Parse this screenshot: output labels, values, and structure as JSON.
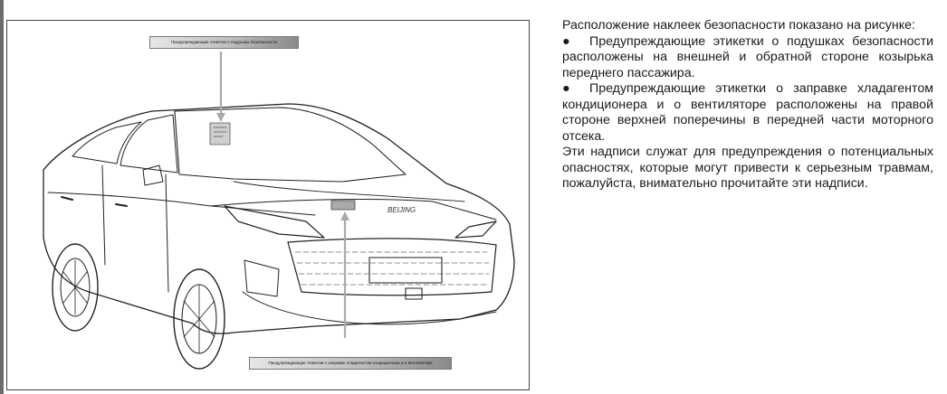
{
  "figure": {
    "callout_top": "Предупреждающие этикетки о подушках безопасности",
    "callout_bottom": "Предупреждающие этикетки о заправке хладагентом кондиционера и о вентиляторе",
    "car_badge": "BEIJING",
    "icons": [
      "car-illustration",
      "arrow-icon"
    ]
  },
  "description": {
    "intro": "Расположение наклеек безопасности показано на рисунке:",
    "bullet_symbol": "●",
    "bullets": [
      "Предупреждающие этикетки о подушках безопасности расположены на внешней и обратной стороне козырька переднего пассажира.",
      "Предупреждающие этикетки о заправке хладагентом кондиционера и о вентиляторе расположены на правой стороне верхней поперечины в передней части моторного отсека."
    ],
    "outro": "Эти надписи служат для предупреждения о потенциальных опасностях, которые могут привести к серьезным травмам, пожалуйста, внимательно прочитайте эти надписи."
  }
}
